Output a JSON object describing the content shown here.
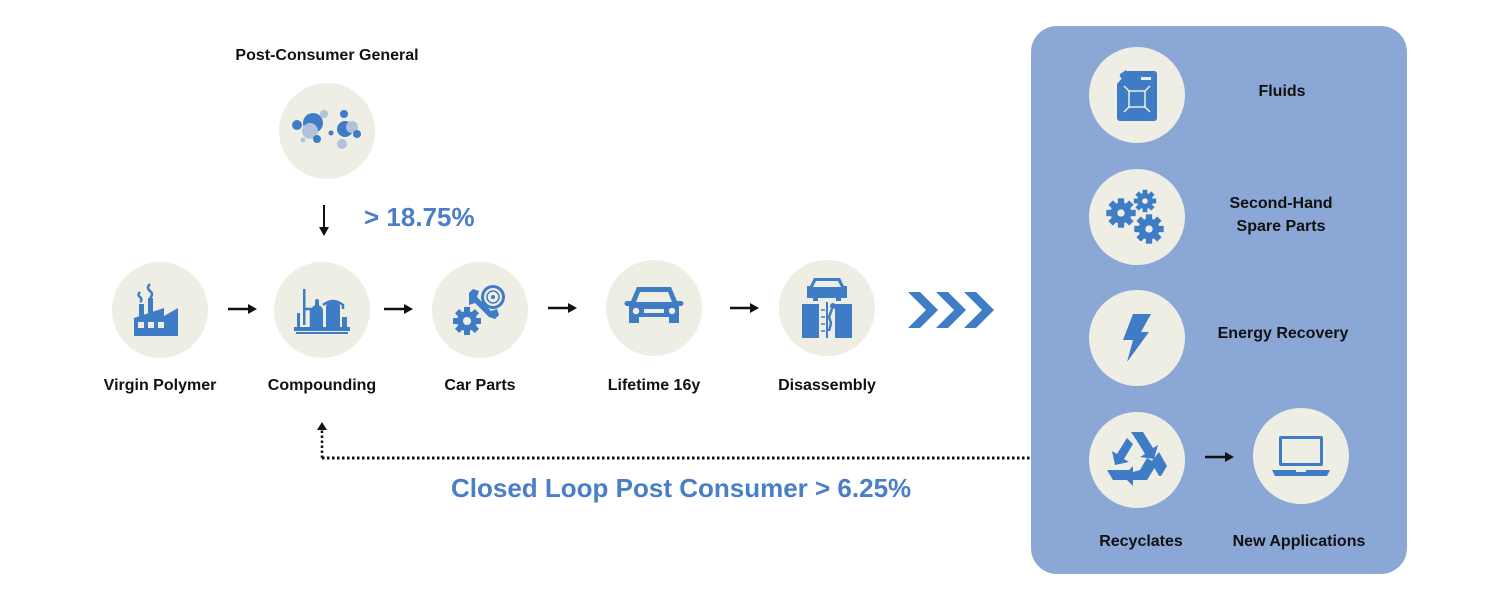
{
  "colors": {
    "icon_blue": "#3f7cc6",
    "light_blue_dot": "#b3c2dc",
    "circle_bg": "#efeee4",
    "panel_bg": "#8aa7d6",
    "accent_text": "#4a7ec7",
    "arrow": "#111111"
  },
  "input": {
    "title": "Post-Consumer General",
    "icon": "particles-icon",
    "percentage": "> 18.75%"
  },
  "flow": {
    "steps": [
      {
        "label": "Virgin Polymer",
        "icon": "factory-icon"
      },
      {
        "label": "Compounding",
        "icon": "refinery-icon"
      },
      {
        "label": "Car Parts",
        "icon": "car-parts-icon"
      },
      {
        "label": "Lifetime 16y",
        "icon": "car-icon"
      },
      {
        "label": "Disassembly",
        "icon": "car-lift-icon"
      }
    ],
    "connector": "triple-chevron-icon"
  },
  "closed_loop": {
    "label": "Closed Loop Post Consumer > 6.25%"
  },
  "end_of_life": {
    "items": [
      {
        "label": "Fluids",
        "icon": "jerrycan-icon"
      },
      {
        "label_line1": "Second-Hand",
        "label_line2": "Spare Parts",
        "icon": "gears-icon"
      },
      {
        "label": "Energy Recovery",
        "icon": "lightning-icon"
      },
      {
        "label": "Recyclates",
        "icon": "recycle-icon"
      },
      {
        "label": "New Applications",
        "icon": "laptop-icon"
      }
    ]
  }
}
